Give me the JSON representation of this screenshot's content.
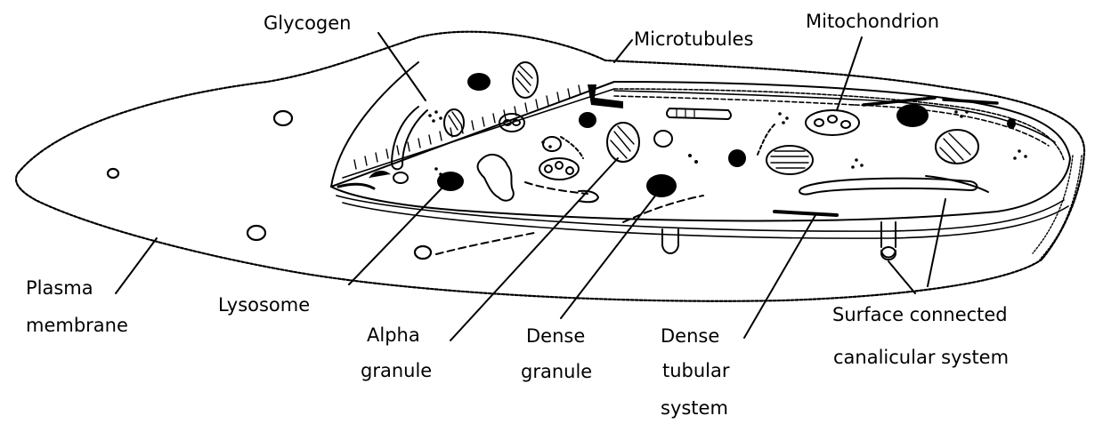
{
  "labels": {
    "glycogen": "Glycogen",
    "microtubules": "Microtubules",
    "mitochondrion": "Mitochondrion",
    "plasma_membrane_1": "Plasma",
    "plasma_membrane_2": "membrane",
    "lysosome": "Lysosome",
    "alpha_granule_1": "Alpha",
    "alpha_granule_2": "granule",
    "dense_granule_1": "Dense",
    "dense_granule_2": "granule",
    "dense_tubular_1": "Dense",
    "dense_tubular_2": "tubular",
    "dense_tubular_3": "system",
    "canalicular_1": "Surface connected",
    "canalicular_2": "canalicular system"
  },
  "colors": {
    "ink": "#000000",
    "background": "#ffffff"
  }
}
